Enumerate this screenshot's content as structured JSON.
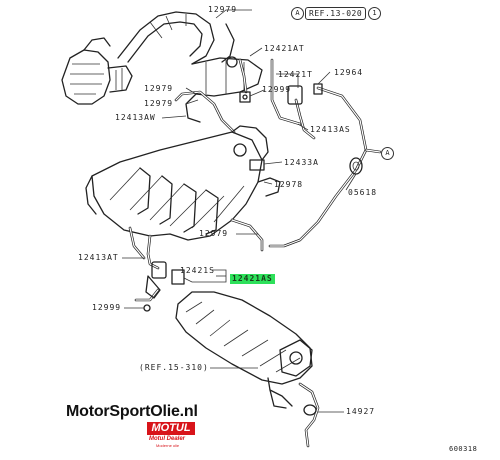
{
  "reference": {
    "circle_a": "A",
    "ref_text": "REF.13-020",
    "circle_1": "1",
    "ref_bottom": "(REF.15-310)"
  },
  "connector_a": "A",
  "labels": {
    "l_12979_top": "12979",
    "l_12421AT": "12421AT",
    "l_12421T": "12421T",
    "l_12964": "12964",
    "l_12979_mid1": "12979",
    "l_12999_top": "12999",
    "l_12979_mid2": "12979",
    "l_12413AW": "12413AW",
    "l_12413AS": "12413AS",
    "l_12433A": "12433A",
    "l_12978": "12978",
    "l_05618": "05618",
    "l_12979_low": "12979",
    "l_12413AT": "12413AT",
    "l_12421S": "12421S",
    "l_12421AS": "12421AS",
    "l_12999_low": "12999",
    "l_14927": "14927",
    "l_drawing": "600318"
  },
  "brand": {
    "site": "MotorSportOlie.nl",
    "motul": "MOTUL",
    "motul_dealer": "Motul Dealer",
    "motul_sub": "Moderne olie"
  },
  "colors": {
    "highlight": "#2de05a",
    "motul_red": "#d8141a",
    "line": "#222222"
  }
}
